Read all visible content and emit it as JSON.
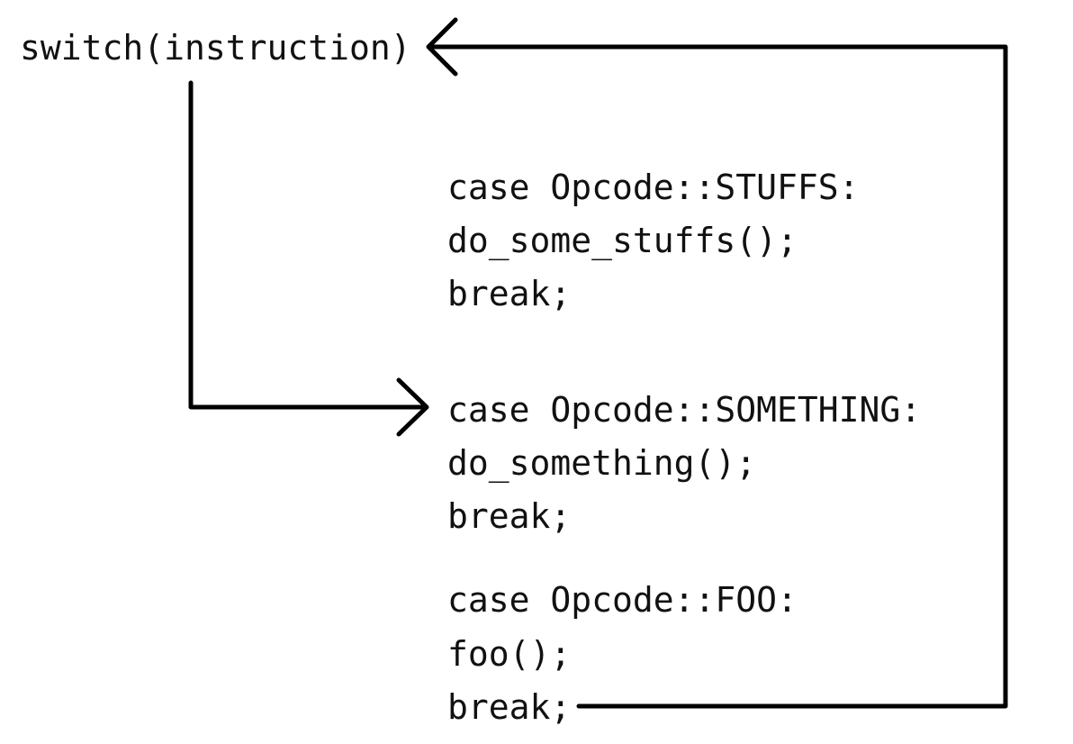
{
  "diagram": {
    "switch_label": "switch(instruction)",
    "cases": [
      {
        "label": "case Opcode::STUFFS:",
        "call": "do_some_stuffs();",
        "break": "break;"
      },
      {
        "label": "case Opcode::SOMETHING:",
        "call": "do_something();",
        "break": "break;"
      },
      {
        "label": "case Opcode::FOO:",
        "call": "foo();",
        "break": "break;"
      }
    ]
  }
}
